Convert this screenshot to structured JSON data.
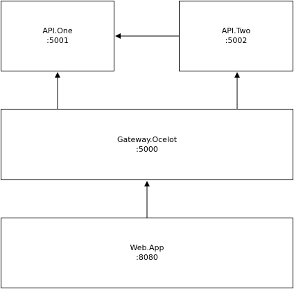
{
  "nodes": {
    "api_one": {
      "name": "API.One",
      "port": ":5001"
    },
    "api_two": {
      "name": "API.Two",
      "port": ":5002"
    },
    "gateway": {
      "name": "Gateway.Ocelot",
      "port": ":5000"
    },
    "webapp": {
      "name": "Web.App",
      "port": ":8080"
    }
  },
  "edges": [
    {
      "from": "API.Two",
      "to": "API.One"
    },
    {
      "from": "Gateway.Ocelot",
      "to": "API.One"
    },
    {
      "from": "Gateway.Ocelot",
      "to": "API.Two"
    },
    {
      "from": "Web.App",
      "to": "Gateway.Ocelot"
    }
  ],
  "colors": {
    "stroke": "#000000",
    "background": "#ffffff"
  }
}
